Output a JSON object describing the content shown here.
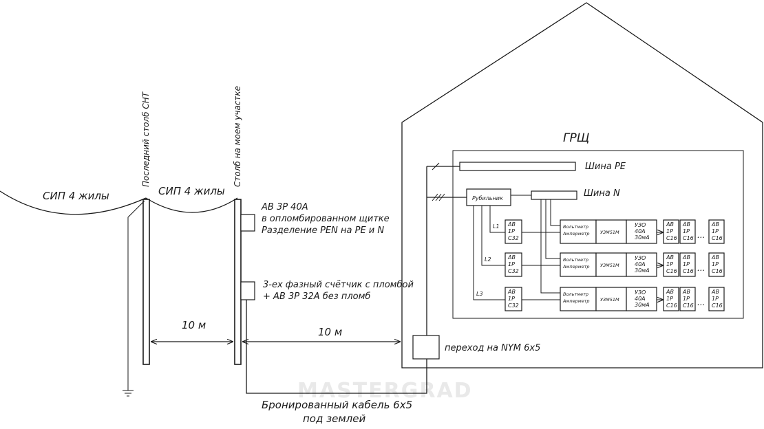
{
  "labels": {
    "sip_left": "СИП 4 жилы",
    "sip_mid": "СИП 4 жилы",
    "pole_last_snt": "Последний столб СНТ",
    "pole_my_plot": "Столб на моем участке",
    "breaker_line1": "АВ 3Р 40А",
    "breaker_line2": "в опломбированном щитке",
    "breaker_line3": "Разделение PEN на PE и N",
    "meter_line1": "3-ех фазный счётчик с пломбой",
    "meter_line2": "+ АВ 3Р 32А без пломб",
    "dist_poles": "10 м",
    "dist_house": "10 м",
    "cable_line1": "Бронированный кабель 6х5",
    "cable_line2": "под землей",
    "transition": "переход на NYM 6х5",
    "grsch": "ГРЩ",
    "bus_pe": "Шина PE",
    "bus_n": "Шина N",
    "switch": "Рубильник",
    "watermark": "MASTERGRAD"
  },
  "phases": [
    {
      "name": "L1",
      "breaker": [
        "АВ",
        "1Р",
        "С32"
      ],
      "meters": [
        "Вольтметр",
        "Амперметр"
      ],
      "relay": "УЗМ51М",
      "rcd": [
        "УЗО",
        "40А",
        "30мА"
      ],
      "groups": [
        [
          "АВ",
          "1Р",
          "С16"
        ],
        [
          "АВ",
          "1Р",
          "С16"
        ],
        [
          "АВ",
          "1Р",
          "С16"
        ]
      ]
    },
    {
      "name": "L2",
      "breaker": [
        "АВ",
        "1Р",
        "С32"
      ],
      "meters": [
        "Вольтметр",
        "Амперметр"
      ],
      "relay": "УЗМ51М",
      "rcd": [
        "УЗО",
        "40А",
        "30мА"
      ],
      "groups": [
        [
          "АВ",
          "1Р",
          "С16"
        ],
        [
          "АВ",
          "1Р",
          "С16"
        ],
        [
          "АВ",
          "1Р",
          "С16"
        ]
      ]
    },
    {
      "name": "L3",
      "breaker": [
        "АВ",
        "1Р",
        "С32"
      ],
      "meters": [
        "Вольтметр",
        "Амперметр"
      ],
      "relay": "УЗМ51М",
      "rcd": [
        "УЗО",
        "40А",
        "30мА"
      ],
      "groups": [
        [
          "АВ",
          "1Р",
          "С16"
        ],
        [
          "АВ",
          "1Р",
          "С16"
        ],
        [
          "АВ",
          "1Р",
          "С16"
        ]
      ]
    }
  ],
  "ellipsis": "..."
}
